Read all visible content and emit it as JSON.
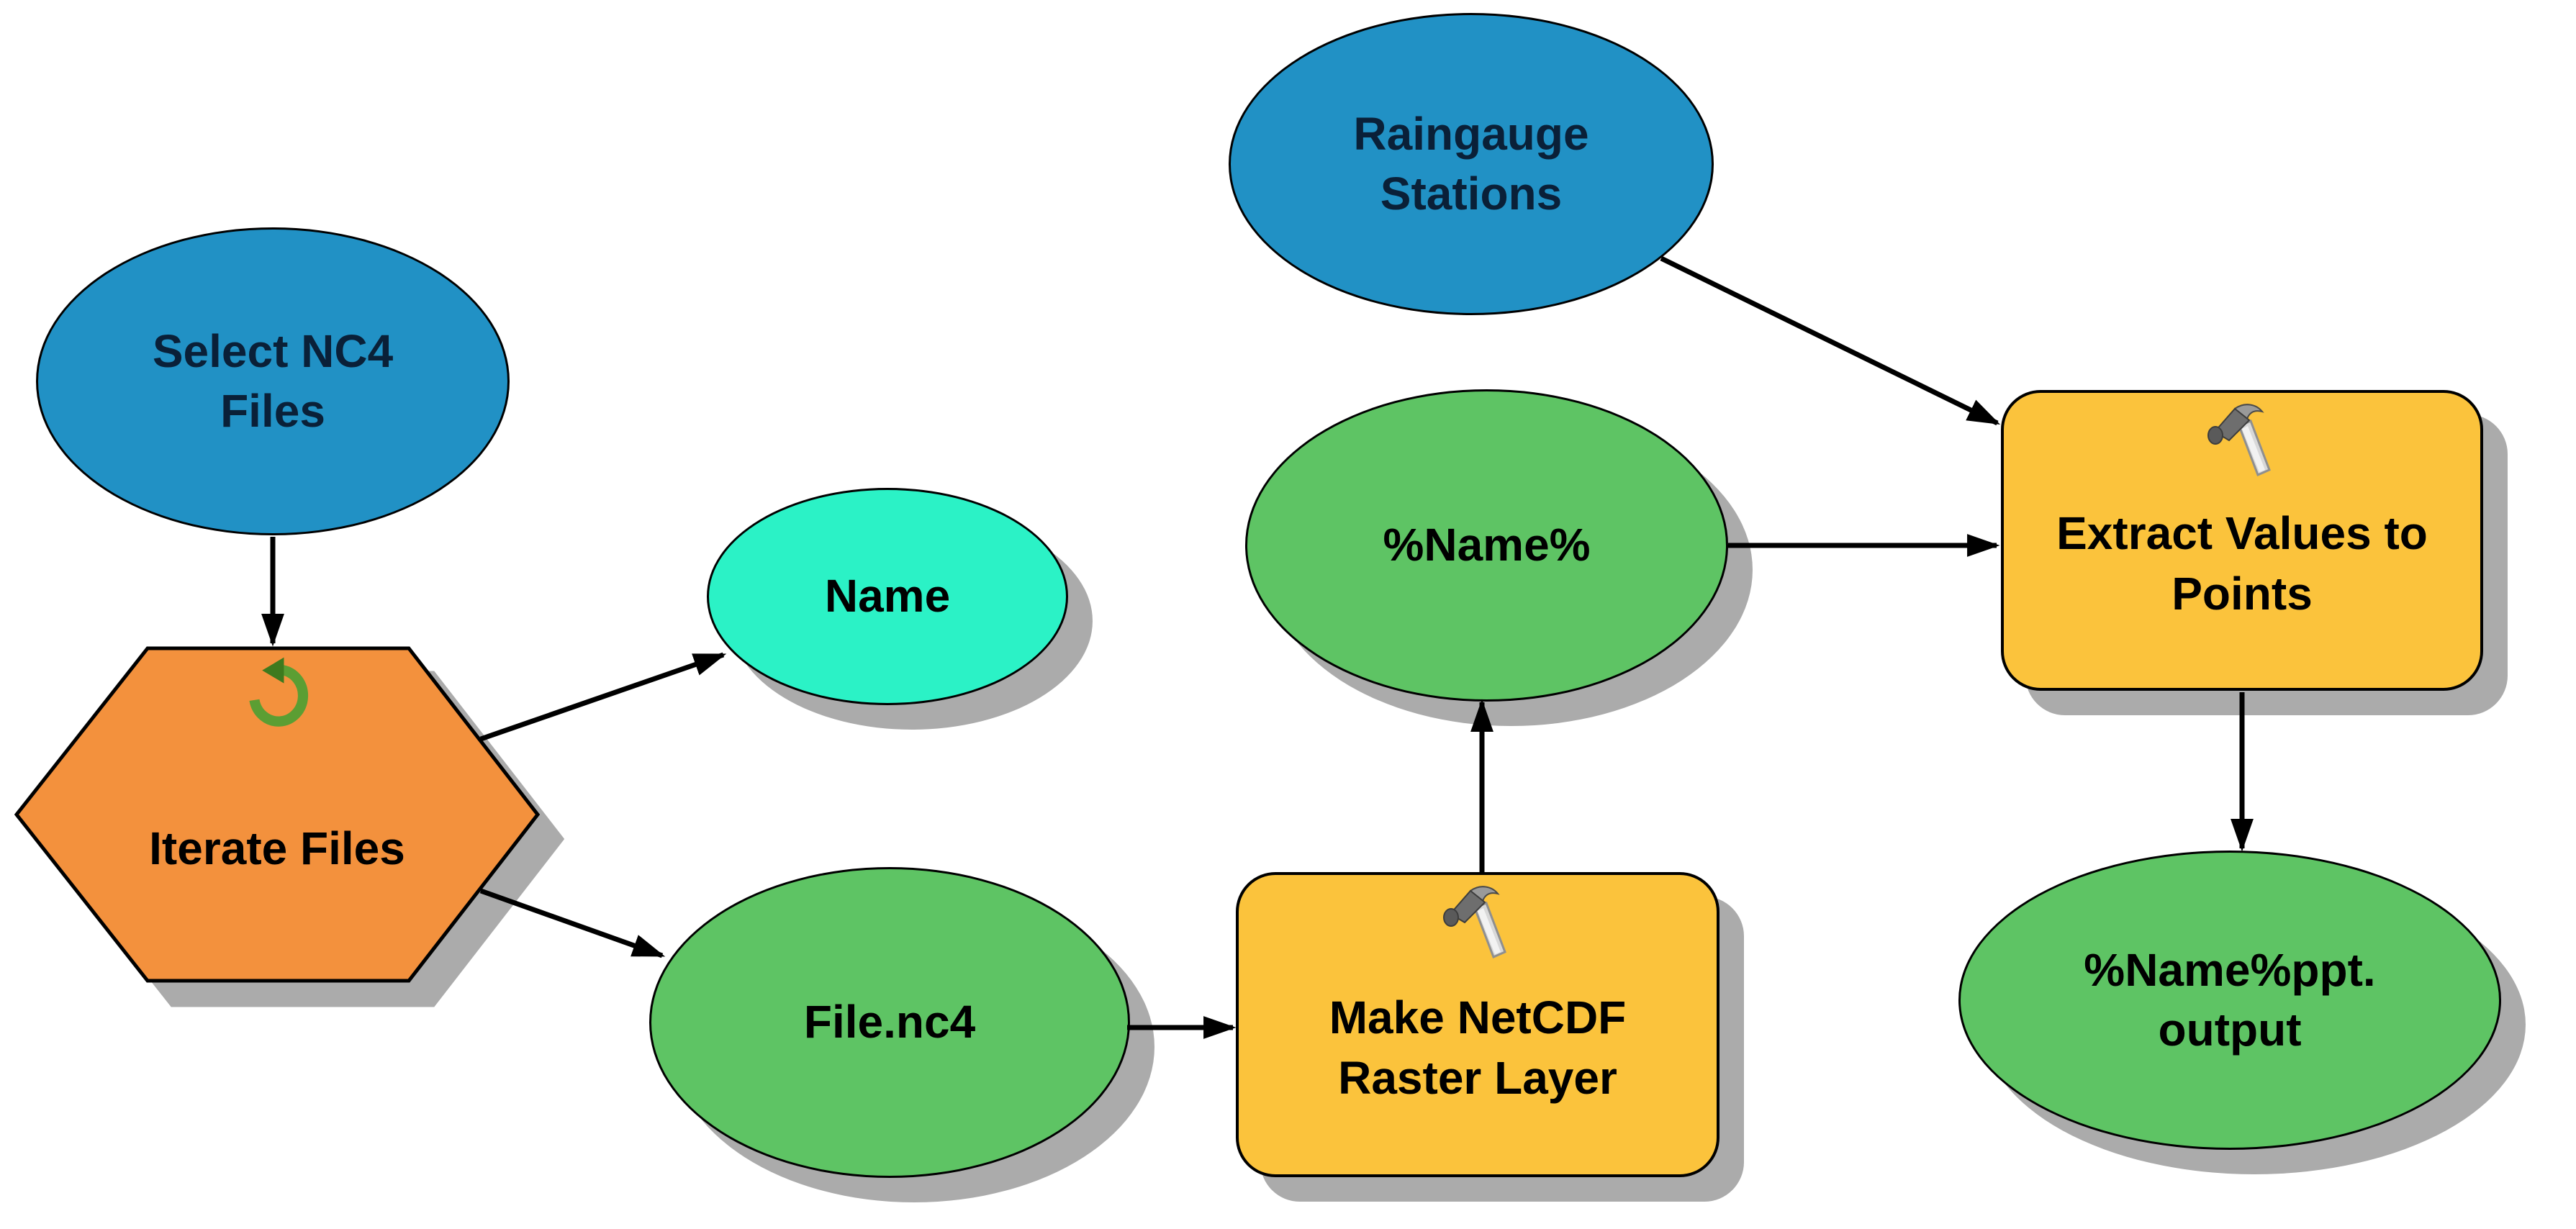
{
  "app": "ModelBuilder workflow diagram",
  "colors": {
    "input_variable_blue": "#2191C5",
    "derived_data_green": "#5EC464",
    "iterator_output_cyan": "#2BF2C6",
    "iterator_orange": "#F3913D",
    "tool_yellow": "#FBC33C",
    "shadow_gray": "#ABABAB",
    "connector_black": "#000000",
    "background": "#FFFFFF",
    "loop_icon_green": "#5B9E33",
    "hammer_icon_gray": "#8A8A8A"
  },
  "diagram": {
    "nodes": {
      "select_nc4_files": {
        "label": "Select NC4 Files",
        "lines": [
          "Select NC4",
          "Files"
        ],
        "shape": "ellipse",
        "role": "input-variable",
        "fill": "#2191C5"
      },
      "iterate_files": {
        "label": "Iterate Files",
        "lines": [
          "Iterate Files"
        ],
        "shape": "hexagon",
        "role": "iterator",
        "fill": "#F3913D",
        "icon": "loop-icon"
      },
      "name": {
        "label": "Name",
        "lines": [
          "Name"
        ],
        "shape": "ellipse",
        "role": "iterator-output",
        "fill": "#2BF2C6"
      },
      "file_nc4": {
        "label": "File.nc4",
        "lines": [
          "File.nc4"
        ],
        "shape": "ellipse",
        "role": "iterator-output-data",
        "fill": "#5EC464"
      },
      "make_netcdf_raster_layer": {
        "label": "Make NetCDF Raster Layer",
        "lines": [
          "Make NetCDF",
          "Raster Layer"
        ],
        "shape": "rounded-rect",
        "role": "tool",
        "fill": "#FBC33C",
        "icon": "hammer-icon"
      },
      "pct_name": {
        "label": "%Name%",
        "lines": [
          "%Name%"
        ],
        "shape": "ellipse",
        "role": "derived-data",
        "fill": "#5EC464"
      },
      "raingauge_stations": {
        "label": "Raingauge Stations",
        "lines": [
          "Raingauge",
          "Stations"
        ],
        "shape": "ellipse",
        "role": "input-variable",
        "fill": "#2191C5"
      },
      "extract_values_to_points": {
        "label": "Extract Values to Points",
        "lines": [
          "Extract Values to",
          "Points"
        ],
        "shape": "rounded-rect",
        "role": "tool",
        "fill": "#FBC33C",
        "icon": "hammer-icon"
      },
      "name_ppt_output": {
        "label": "%Name%ppt.output",
        "lines": [
          "%Name%ppt.",
          "output"
        ],
        "shape": "ellipse",
        "role": "output-data",
        "fill": "#5EC464"
      }
    },
    "edges": [
      {
        "from": "select_nc4_files",
        "to": "iterate_files"
      },
      {
        "from": "iterate_files",
        "to": "name"
      },
      {
        "from": "iterate_files",
        "to": "file_nc4"
      },
      {
        "from": "file_nc4",
        "to": "make_netcdf_raster_layer"
      },
      {
        "from": "make_netcdf_raster_layer",
        "to": "pct_name"
      },
      {
        "from": "pct_name",
        "to": "extract_values_to_points"
      },
      {
        "from": "raingauge_stations",
        "to": "extract_values_to_points"
      },
      {
        "from": "extract_values_to_points",
        "to": "name_ppt_output"
      }
    ]
  }
}
